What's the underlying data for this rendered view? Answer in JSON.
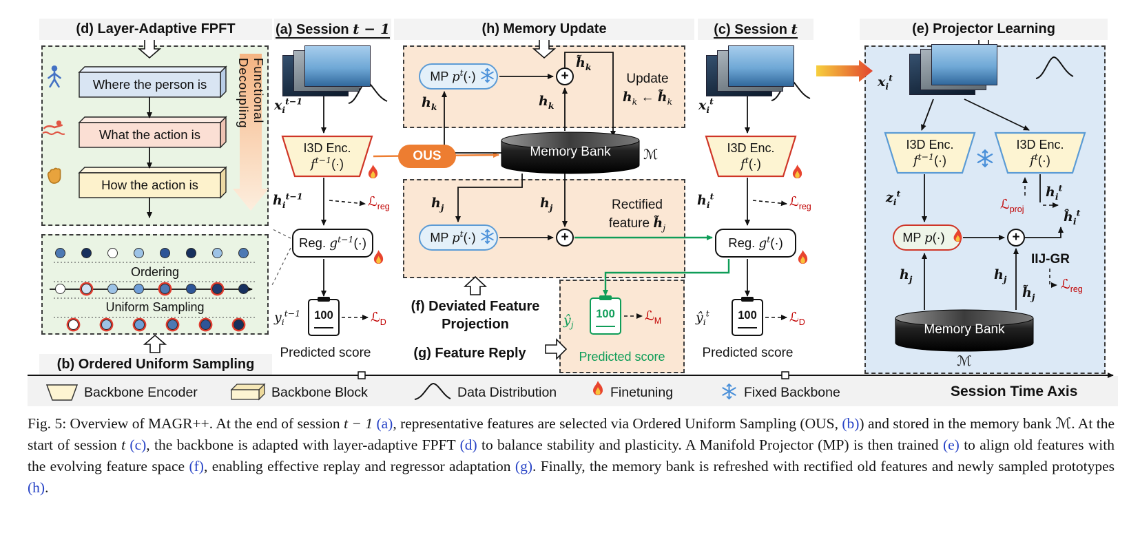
{
  "colors": {
    "ous_orange": "#ed7d31",
    "replay_green": "#0f9d58",
    "loss_red": "#c00000",
    "ref_blue": "#2743c6",
    "frozen_blue": "#5b9bd5",
    "finetune_flame": "#e8442e"
  },
  "d": {
    "title": "(d) Layer-Adaptive FPFT",
    "box1": "Where the person is",
    "box2": "What the action is",
    "box3": "How the action is",
    "side": "Functional Decoupling"
  },
  "b": {
    "title": "(b) Ordered Uniform Sampling",
    "ordering": "Ordering",
    "sampling": "Uniform Sampling"
  },
  "a": {
    "title": "(a) Session ",
    "title_math": "t − 1",
    "x": {
      "base": "x",
      "sub": "i",
      "sup": "t−1"
    },
    "enc_name": "I3D Enc.",
    "enc_f": "f",
    "enc_sup": "t−1",
    "enc_args": "(·)",
    "h": {
      "base": "h",
      "sub": "i",
      "sup": "t−1"
    },
    "loss_reg_sym": "ℒ",
    "loss_reg_sub": "reg",
    "reg_name": "Reg. ",
    "reg_g": "g",
    "reg_sup": "t−1",
    "reg_args": "(·)",
    "y": {
      "base": "y",
      "sub": "i",
      "sup": "t−1"
    },
    "score": "100",
    "loss_d_sym": "ℒ",
    "loss_d_sub": "D",
    "predicted": "Predicted score"
  },
  "ous": "OUS",
  "h": {
    "title": "(h) Memory Update",
    "mp_name": "MP ",
    "mp_p": "p",
    "mp_sup": "t",
    "mp_args": "(·)",
    "hk": {
      "base": "h",
      "sub": "k"
    },
    "hk2": {
      "base": "h",
      "sub": "k"
    },
    "hkt": {
      "base": "h̃",
      "sub": "k"
    },
    "plus": "+",
    "update": "Update",
    "upd_l": {
      "base": "h",
      "sub": "k"
    },
    "upd_arr": "←",
    "upd_r": {
      "base": "h̃",
      "sub": "k"
    },
    "bank": "Memory Bank",
    "mem": "ℳ"
  },
  "f": {
    "title1": "(f) Deviated Feature",
    "title2": "Projection",
    "mp_name": "MP ",
    "mp_p": "p",
    "mp_sup": "t",
    "mp_args": "(·)",
    "hj": {
      "base": "h",
      "sub": "j"
    },
    "hj2": {
      "base": "h",
      "sub": "j"
    },
    "plus": "+",
    "rect1": "Rectified",
    "rect2": "feature ",
    "hjt": {
      "base": "h̃",
      "sub": "j"
    }
  },
  "g": {
    "title": "(g) Feature Reply",
    "yhat": {
      "base": "ŷ",
      "sub": "j"
    },
    "score": "100",
    "loss_m_sym": "ℒ",
    "loss_m_sub": "M",
    "predicted": "Predicted score"
  },
  "c": {
    "title": "(c) Session ",
    "title_math": "t",
    "x": {
      "base": "x",
      "sub": "i",
      "sup": "t"
    },
    "enc_name": "I3D Enc.",
    "enc_f": "f",
    "enc_sup": "t",
    "enc_args": "(·)",
    "h": {
      "base": "h",
      "sub": "i",
      "sup": "t"
    },
    "loss_reg_sym": "ℒ",
    "loss_reg_sub": "reg",
    "reg_name": "Reg. ",
    "reg_g": "g",
    "reg_sup": "t",
    "reg_args": "(·)",
    "yhat": {
      "base": "ŷ",
      "sub": "i",
      "sup": "t"
    },
    "score": "100",
    "loss_d_sym": "ℒ",
    "loss_d_sub": "D",
    "predicted": "Predicted score"
  },
  "e": {
    "title": "(e) Projector Learning",
    "x": {
      "base": "x",
      "sub": "i",
      "sup": "t"
    },
    "enc_old_name": "I3D Enc.",
    "enc_old_f": "f",
    "enc_old_sup": "t−1",
    "enc_old_args": "(·)",
    "enc_new_name": "I3D Enc.",
    "enc_new_f": "f",
    "enc_new_sup": "t",
    "enc_new_args": "(·)",
    "z": {
      "base": "z",
      "sub": "i",
      "sup": "t"
    },
    "h": {
      "base": "h",
      "sub": "i",
      "sup": "t"
    },
    "mp_name": "MP ",
    "mp_p": "p",
    "mp_args": "(·)",
    "loss_proj_sym": "ℒ",
    "loss_proj_sub": "proj",
    "hhat": {
      "base": "ĥ",
      "sub": "i",
      "sup": "t"
    },
    "iij": "IIJ-GR",
    "hj": {
      "base": "h",
      "sub": "j"
    },
    "hj2": {
      "base": "h",
      "sub": "j"
    },
    "hjt": {
      "base": "h̃",
      "sub": "j"
    },
    "loss_reg_sym": "ℒ",
    "loss_reg_sub": "reg",
    "plus": "+",
    "bank": "Memory Bank",
    "mem": "ℳ"
  },
  "legend": {
    "encoder": "Backbone Encoder",
    "block": "Backbone Block",
    "dist": "Data Distribution",
    "fine": "Finetuning",
    "fixed": "Fixed Backbone",
    "axis": "Session Time Axis"
  },
  "caption": {
    "p1": "Fig. 5: Overview of MAGR++. At the end of session ",
    "m1": "t − 1 ",
    "ra": "(a)",
    "p2": ", representative features are selected via Ordered Uniform Sampling (OUS, ",
    "rb": "(b)",
    "p3": ") and stored in the memory bank ",
    "m2": "ℳ",
    "p3b": ". At the start of session ",
    "m3": "t ",
    "rc": "(c)",
    "p4": ", the backbone is adapted with layer-adaptive FPFT ",
    "rd": "(d)",
    "p5": " to balance stability and plasticity. A Manifold Projector (MP) is then trained ",
    "re": "(e)",
    "p6": " to align old features with the evolving feature space ",
    "rf": "(f)",
    "p7": ", enabling effective replay and regressor adaptation ",
    "rg": "(g)",
    "p8": ". Finally, the memory bank is refreshed with rectified old features and newly sampled prototypes ",
    "rh": "(h)",
    "p9": "."
  }
}
